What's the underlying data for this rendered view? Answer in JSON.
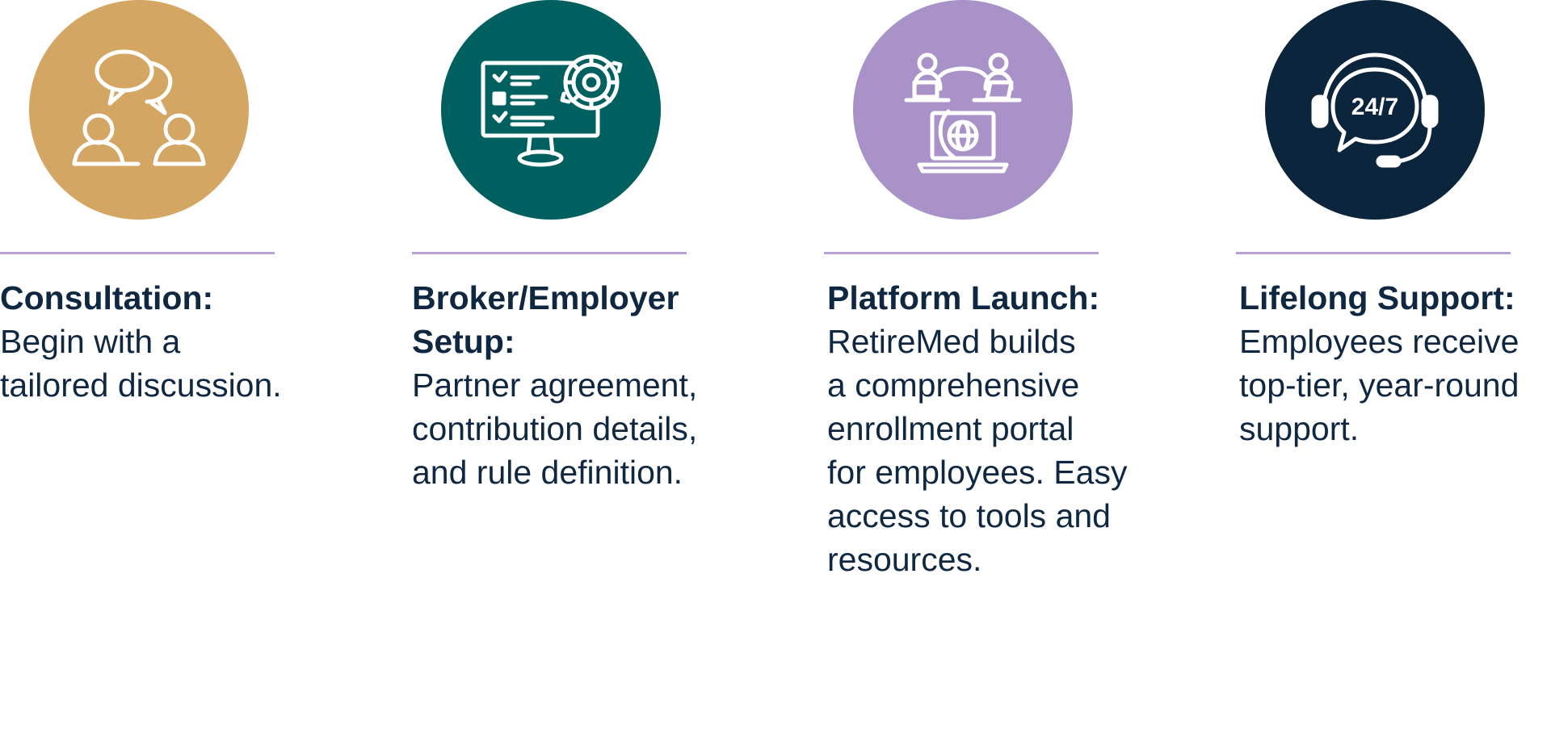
{
  "colors": {
    "step1_circle": "#d4a663",
    "step2_circle": "#005f5f",
    "step3_circle": "#a892c8",
    "step4_circle": "#0b253d",
    "divider": "#b7a0d2",
    "text": "#0f2740"
  },
  "steps": [
    {
      "icon": "consultation-chat-icon",
      "heading": "Consultation:",
      "description": "Begin with a\ntailored discussion."
    },
    {
      "icon": "monitor-checklist-gear-icon",
      "heading": "Broker/Employer\nSetup:",
      "description": "Partner agreement,\ncontribution details,\nand rule definition."
    },
    {
      "icon": "global-platform-laptop-icon",
      "heading": "Platform Launch:",
      "description": "RetireMed builds\na comprehensive\nenrollment portal\nfor employees. Easy\naccess to tools and\nresources."
    },
    {
      "icon": "support-24-7-headset-icon",
      "icon_text": "24/7",
      "heading": "Lifelong Support:",
      "description": "Employees receive\ntop-tier, year-round\nsupport."
    }
  ]
}
